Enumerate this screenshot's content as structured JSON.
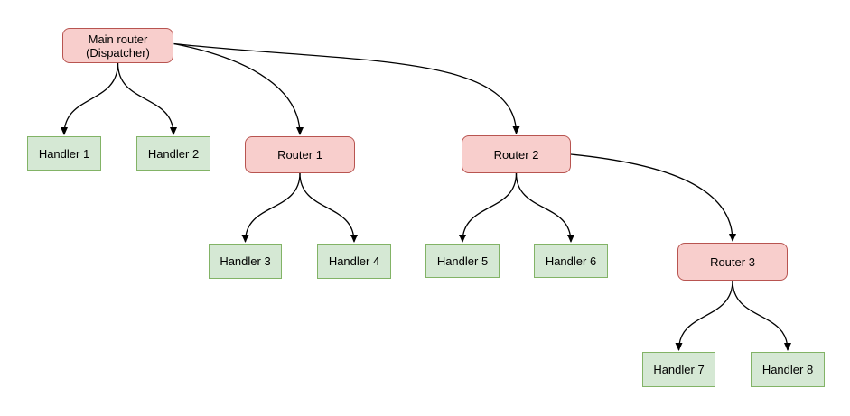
{
  "colors": {
    "background": "#ffffff",
    "text": "#000000",
    "edge": "#000000",
    "router-fill": "#f8cecc",
    "router-stroke": "#b85450",
    "handler-fill": "#d5e8d4",
    "handler-stroke": "#82b366"
  },
  "nodes": {
    "main": {
      "label": "Main router\n(Dispatcher)",
      "type": "router"
    },
    "handler1": {
      "label": "Handler 1",
      "type": "handler"
    },
    "handler2": {
      "label": "Handler 2",
      "type": "handler"
    },
    "router1": {
      "label": "Router 1",
      "type": "router"
    },
    "router2": {
      "label": "Router 2",
      "type": "router"
    },
    "handler3": {
      "label": "Handler 3",
      "type": "handler"
    },
    "handler4": {
      "label": "Handler 4",
      "type": "handler"
    },
    "handler5": {
      "label": "Handler 5",
      "type": "handler"
    },
    "handler6": {
      "label": "Handler 6",
      "type": "handler"
    },
    "router3": {
      "label": "Router 3",
      "type": "router"
    },
    "handler7": {
      "label": "Handler 7",
      "type": "handler"
    },
    "handler8": {
      "label": "Handler 8",
      "type": "handler"
    }
  },
  "edges": [
    {
      "from": "main",
      "to": "handler1"
    },
    {
      "from": "main",
      "to": "handler2"
    },
    {
      "from": "main",
      "to": "router1"
    },
    {
      "from": "main",
      "to": "router2"
    },
    {
      "from": "router1",
      "to": "handler3"
    },
    {
      "from": "router1",
      "to": "handler4"
    },
    {
      "from": "router2",
      "to": "handler5"
    },
    {
      "from": "router2",
      "to": "handler6"
    },
    {
      "from": "router2",
      "to": "router3"
    },
    {
      "from": "router3",
      "to": "handler7"
    },
    {
      "from": "router3",
      "to": "handler8"
    }
  ]
}
